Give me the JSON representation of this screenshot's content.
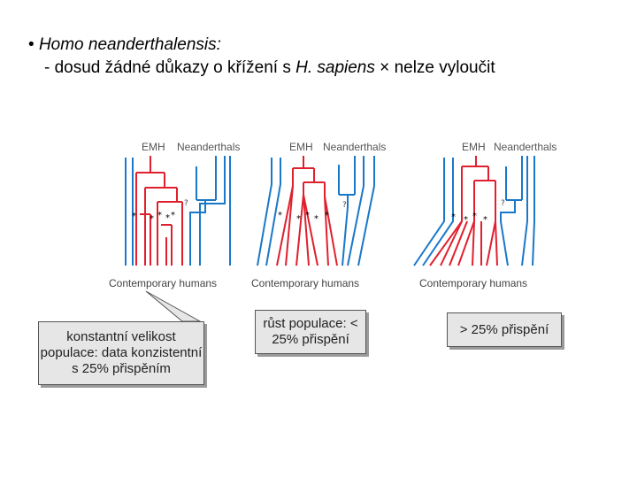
{
  "slide": {
    "bullet_marker": "•",
    "title_italic": "Homo neanderthalensis:",
    "subline_prefix": "- dosud žádné důkazy o křížení s ",
    "subline_species": "H. sapiens",
    "subline_symbol": "×",
    "subline_suffix": "nelze vyloučit"
  },
  "diagrams": [
    {
      "label_emh": "EMH",
      "label_nea": "Neanderthals",
      "label_bottom": "Contemporary humans",
      "star": "*",
      "question": "?"
    },
    {
      "label_emh": "EMH",
      "label_nea": "Neanderthals",
      "label_bottom": "Contemporary humans",
      "star": "*",
      "question": "?"
    },
    {
      "label_emh": "EMH",
      "label_nea": "Neanderthals",
      "label_bottom": "Contemporary humans",
      "star": "*",
      "question": "?"
    }
  ],
  "callouts": {
    "left": "konstantní velikost populace: data konzistentní s 25% přispěním",
    "middle": "růst populace: < 25% přispění",
    "right": "> 25% přispění"
  },
  "colors": {
    "emh_lines": "#e0202e",
    "neanderthal_lines": "#1a78c8",
    "callout_fill": "#e6e6e6"
  }
}
